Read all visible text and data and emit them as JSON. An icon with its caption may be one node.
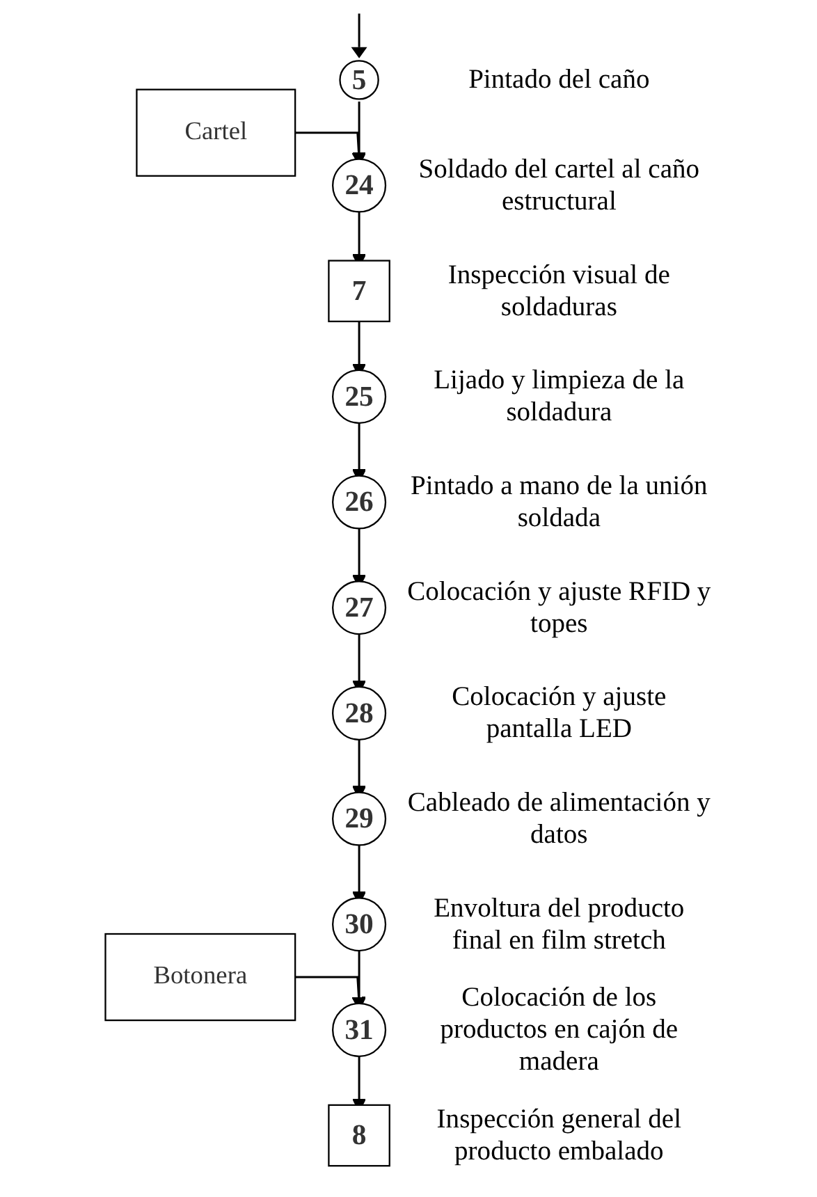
{
  "diagram": {
    "nodes": [
      {
        "text": [
          "5"
        ],
        "beside": [
          "Pintado del caño"
        ]
      },
      {
        "text": [
          "Cartel"
        ]
      },
      {
        "text": [
          "24"
        ],
        "beside": [
          "Soldado del cartel al caño estructural"
        ]
      },
      {
        "text": [
          "7"
        ],
        "beside": [
          "Inspección visual de soldaduras"
        ]
      },
      {
        "text": [
          "25"
        ],
        "beside": [
          "Lijado y limpieza de la soldadura"
        ]
      },
      {
        "text": [
          "26"
        ],
        "beside": [
          "Pintado a mano de la unión soldada"
        ]
      },
      {
        "text": [
          "27"
        ],
        "beside": [
          "Colocación y ajuste RFID y topes"
        ]
      },
      {
        "text": [
          "28"
        ],
        "beside": [
          "Colocación y ajuste pantalla LED"
        ]
      },
      {
        "text": [
          "29"
        ],
        "beside": [
          "Cableado de alimentación y datos"
        ]
      },
      {
        "text": [
          "30"
        ],
        "beside": [
          "Envoltura del producto final en film stretch"
        ]
      },
      {
        "text": [
          "Botonera"
        ]
      },
      {
        "text": [
          "31"
        ],
        "beside": [
          "Colocación de los productos en cajón de madera"
        ]
      },
      {
        "text": [
          "8"
        ],
        "beside": [
          "Inspección general del producto embalado"
        ]
      }
    ],
    "edges": [
      {
        "from": null,
        "to": 0,
        "arrow": "to"
      },
      {
        "from": 0,
        "to": 2,
        "arrow": "to"
      },
      {
        "from": 1,
        "to": 2,
        "arrow": "to"
      },
      {
        "from": 2,
        "to": 3,
        "arrow": "to"
      },
      {
        "from": 3,
        "to": 4,
        "arrow": "to"
      },
      {
        "from": 4,
        "to": 5,
        "arrow": "to"
      },
      {
        "from": 5,
        "to": 6,
        "arrow": "to"
      },
      {
        "from": 6,
        "to": 7,
        "arrow": "to"
      },
      {
        "from": 7,
        "to": 8,
        "arrow": "to"
      },
      {
        "from": 8,
        "to": 9,
        "arrow": "to"
      },
      {
        "from": 9,
        "to": 11,
        "arrow": "to"
      },
      {
        "from": 10,
        "to": 11,
        "arrow": "to"
      },
      {
        "from": 11,
        "to": 12,
        "arrow": "to"
      }
    ]
  }
}
